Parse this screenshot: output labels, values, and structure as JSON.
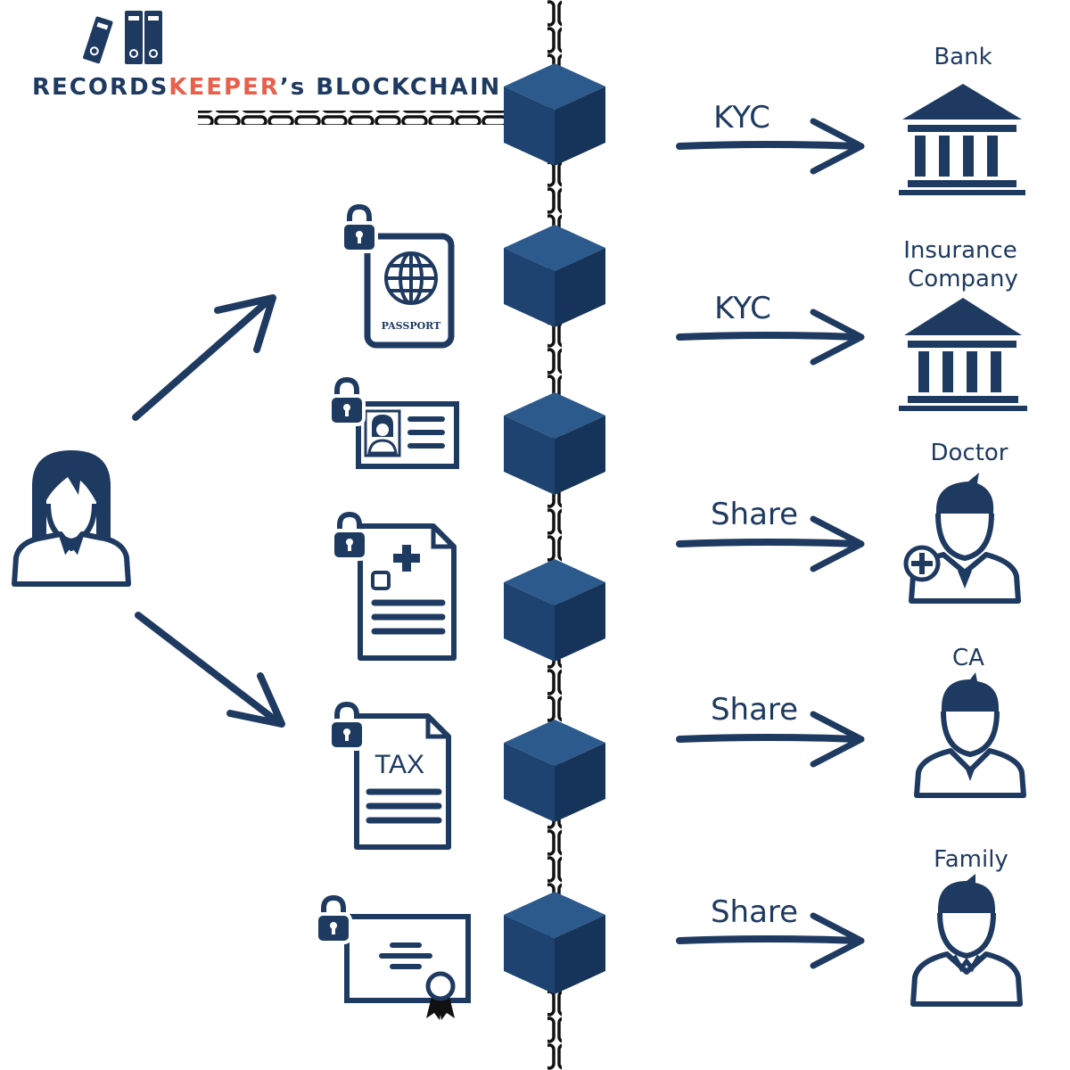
{
  "logo": {
    "part1": "RECORDS",
    "part2": "KEEPER",
    "part3": "’s BLOCKCHAIN"
  },
  "documents": {
    "passport_label": "PASSPORT",
    "tax_label": "TAX"
  },
  "flows": [
    {
      "action": "KYC",
      "entity_lines": [
        "Bank"
      ]
    },
    {
      "action": "KYC",
      "entity_lines": [
        "Insurance",
        "Company"
      ]
    },
    {
      "action": "Share",
      "entity_lines": [
        "Doctor"
      ]
    },
    {
      "action": "Share",
      "entity_lines": [
        "CA"
      ]
    },
    {
      "action": "Share",
      "entity_lines": [
        "Family"
      ]
    }
  ],
  "colors": {
    "navy": "#1f3a60",
    "cube_top": "#2d5a8c",
    "cube_left": "#1e4370",
    "cube_right": "#163459",
    "accent": "#e8604c",
    "chain": "#111111"
  }
}
